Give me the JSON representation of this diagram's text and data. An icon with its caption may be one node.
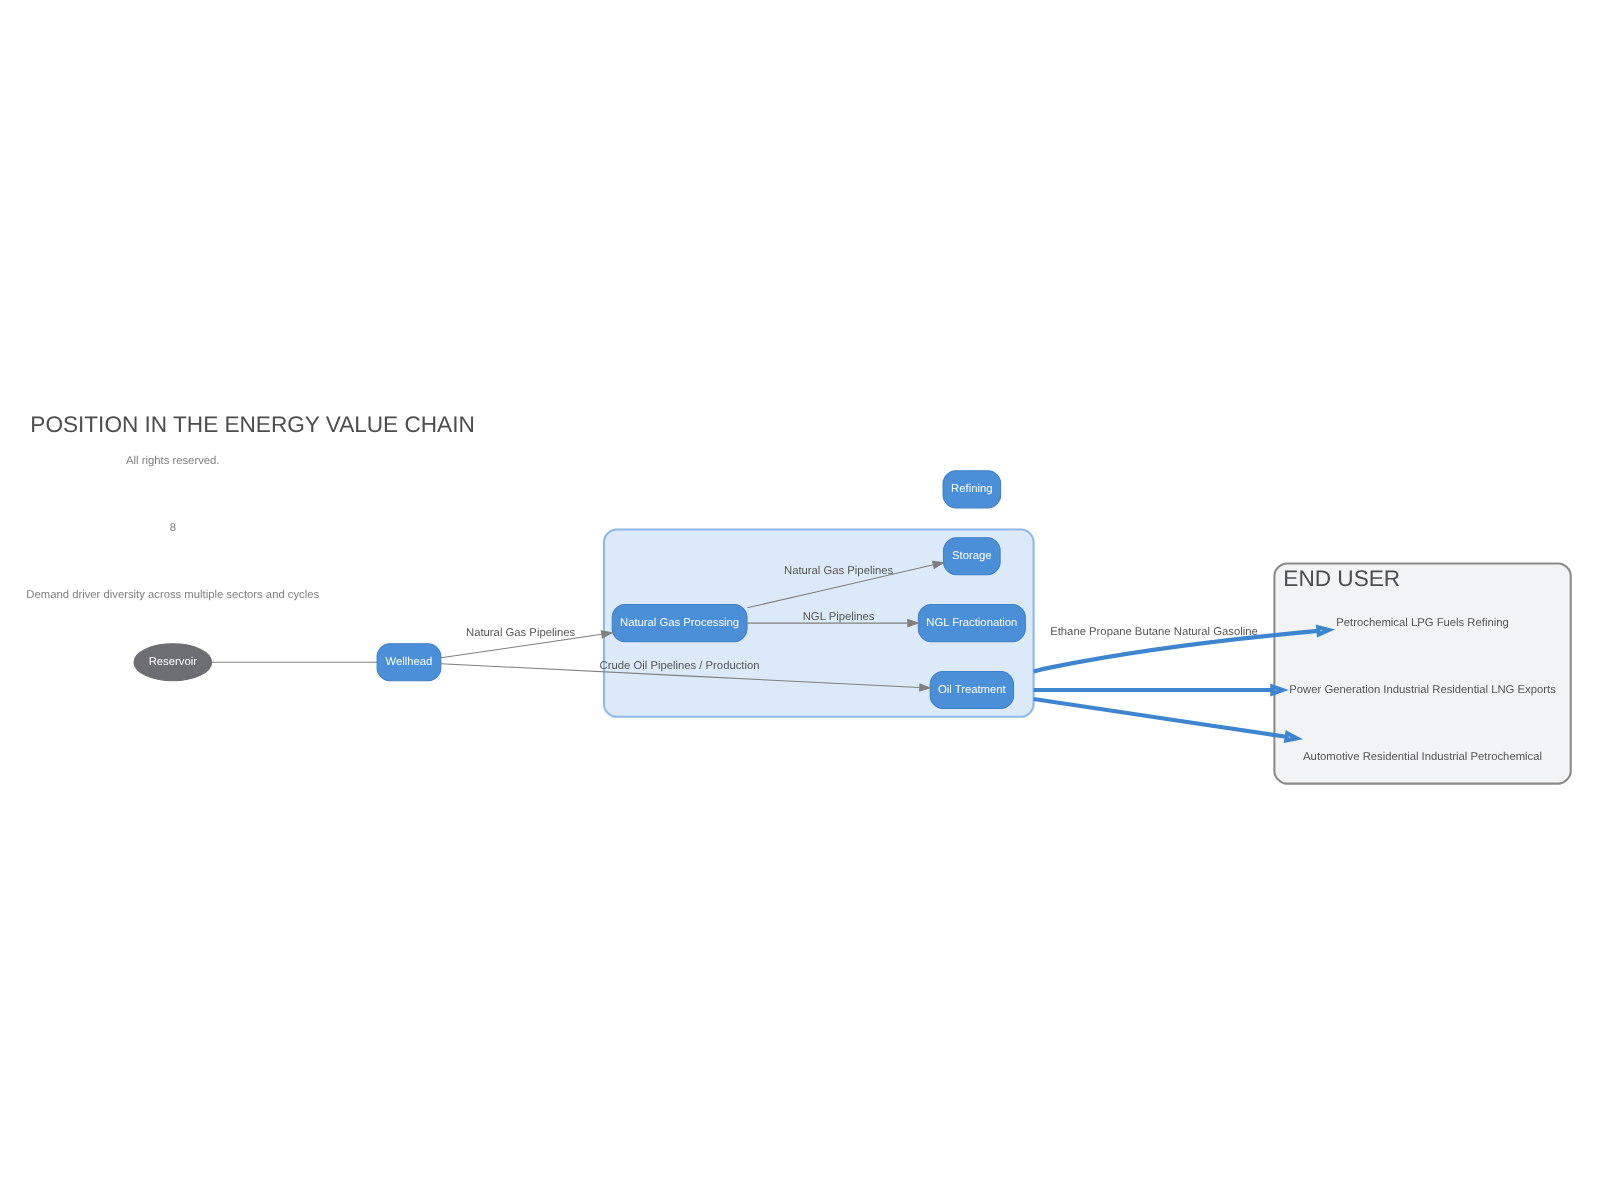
{
  "diagram": {
    "title": "POSITION IN THE ENERGY VALUE CHAIN",
    "nodes": [
      {
        "text": [],
        "shape": "box"
      },
      {
        "text": [
          "Wellhead"
        ]
      },
      {
        "text": [
          "Reservoir"
        ]
      },
      {
        "text": [
          "Natural Gas Processing"
        ],
        "in": 0
      },
      {
        "text": [
          "NGL Fractionation"
        ],
        "in": 0
      },
      {
        "text": [
          "Storage"
        ],
        "in": 0
      },
      {
        "text": [
          "Oil Treatment"
        ],
        "in": 0
      },
      {
        "text": [
          "Refining"
        ]
      },
      {
        "text": [
          "END USER"
        ]
      },
      {
        "text": [
          "Petrochemical LPG Fuels Refining"
        ],
        "in": 8
      },
      {
        "text": [
          "Power Generation Industrial Residential LNG Exports"
        ],
        "in": 8
      },
      {
        "text": [
          "Automotive Residential Industrial Petrochemical"
        ],
        "in": 8
      }
    ],
    "edges": [
      {
        "from": 2,
        "to": 1,
        "arrow": "none"
      },
      {
        "from": 1,
        "to": 3,
        "arrow": "to",
        "label": "Natural Gas Pipelines"
      },
      {
        "from": 3,
        "to": 4,
        "arrow": "to",
        "label": "NGL Pipelines"
      },
      {
        "from": 3,
        "to": 5,
        "arrow": "to",
        "label": "Natural Gas Pipelines"
      },
      {
        "from": 1,
        "to": 6,
        "arrow": "to",
        "label": "Crude Oil Pipelines / Production"
      },
      {
        "from": 0,
        "to": 9,
        "arrow": "to",
        "label": "Ethane Propane Butane Natural Gasoline",
        "style": "thick",
        "color": "#3d85d1"
      },
      {
        "from": 0,
        "to": 10,
        "arrow": "to",
        "style": "thick",
        "color": "#3d85d1"
      },
      {
        "from": 0,
        "to": 11,
        "arrow": "to",
        "style": "thick",
        "color": "#3d85d1"
      }
    ],
    "labels": [
      "Demand driver diversity across multiple sectors and cycles",
      "8",
      "All rights reserved."
    ]
  }
}
